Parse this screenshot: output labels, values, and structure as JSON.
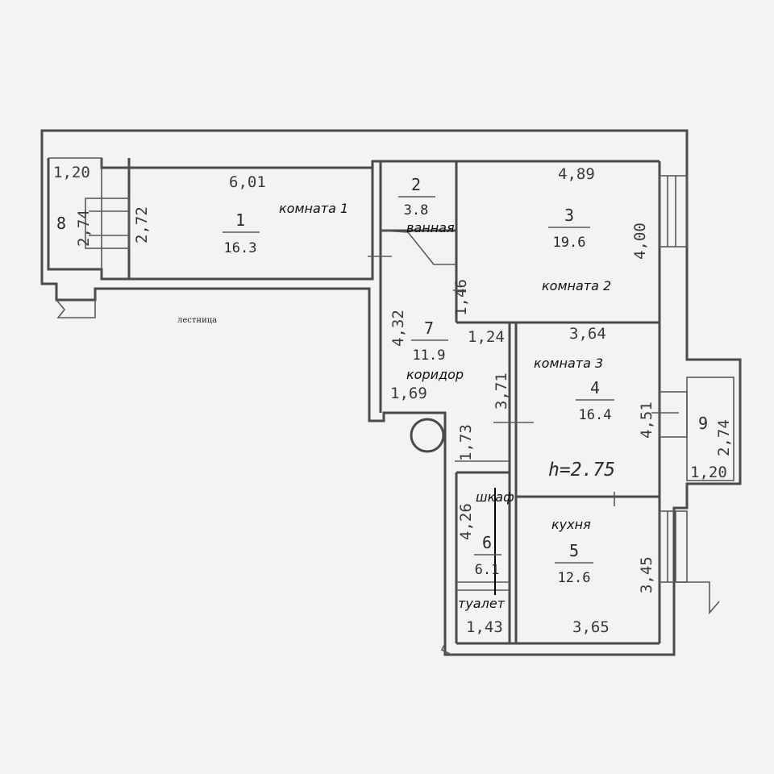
{
  "rooms": [
    {
      "id": "r1",
      "number": "1",
      "area": "16.3",
      "label": "комната 1"
    },
    {
      "id": "r2",
      "number": "2",
      "area": "3.8",
      "label": "ванная"
    },
    {
      "id": "r3",
      "number": "3",
      "area": "19.6",
      "label": "комната 2"
    },
    {
      "id": "r4",
      "number": "4",
      "area": "16.4",
      "label": "комната 3"
    },
    {
      "id": "r5",
      "number": "5",
      "area": "12.6",
      "label": "кухня"
    },
    {
      "id": "r6",
      "number": "6",
      "area": "6.1",
      "label": "шкаф"
    },
    {
      "id": "r7",
      "number": "7",
      "area": "11.9",
      "label": "коридор"
    },
    {
      "id": "r8",
      "number": "8"
    },
    {
      "id": "r9",
      "number": "9"
    }
  ],
  "labels": {
    "stairs": "лестница",
    "toilet": "туалет",
    "ceiling_height": "h=2.75"
  },
  "dimensions": {
    "r8_width": "1,20",
    "r8_length": "2,74",
    "r1_length": "6,01",
    "r1_width": "2,72",
    "r3_length": "4,89",
    "r3_width": "4,00",
    "r3_doorside": "1,46",
    "r7_length": "4,32",
    "r7_width": "1,24",
    "r7_bottom": "1,69",
    "r7_side": "1,73",
    "r4_length": "3,64",
    "r4_width": "3,71",
    "r4_side": "4,51",
    "r9_width": "1,20",
    "r9_length": "2,74",
    "r6_length": "4,26",
    "r6_width": "1,43",
    "r5_length": "3,65",
    "r5_width": "3,45"
  }
}
